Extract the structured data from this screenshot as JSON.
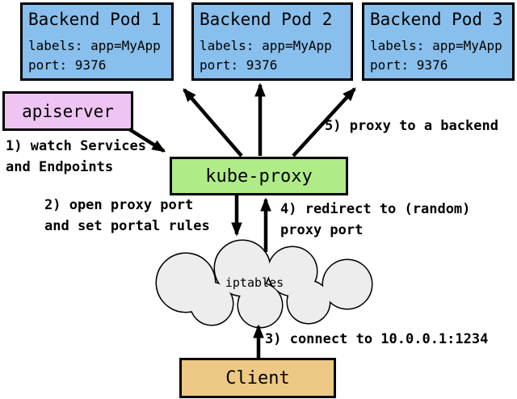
{
  "pods": [
    {
      "title": "Backend Pod 1",
      "labels": "labels: app=MyApp",
      "port": "port: 9376"
    },
    {
      "title": "Backend Pod 2",
      "labels": "labels: app=MyApp",
      "port": "port: 9376"
    },
    {
      "title": "Backend Pod 3",
      "labels": "labels: app=MyApp",
      "port": "port: 9376"
    }
  ],
  "nodes": {
    "apiserver": "apiserver",
    "kube_proxy": "kube-proxy",
    "iptables": "iptables",
    "client": "Client"
  },
  "annotations": {
    "step1_line1": "1) watch Services",
    "step1_line2": "and Endpoints",
    "step2_line1": "2) open proxy port",
    "step2_line2": "and set portal rules",
    "step3": "3) connect to 10.0.0.1:1234",
    "step4_line1": "4) redirect to (random)",
    "step4_line2": "proxy port",
    "step5": "5) proxy to a backend"
  },
  "colors": {
    "pod_fill": "#89bfec",
    "apiserver_fill": "#eec5f2",
    "kube_proxy_fill": "#afec87",
    "client_fill": "#eec985",
    "cloud_fill": "#ededed",
    "stroke": "#000000"
  }
}
